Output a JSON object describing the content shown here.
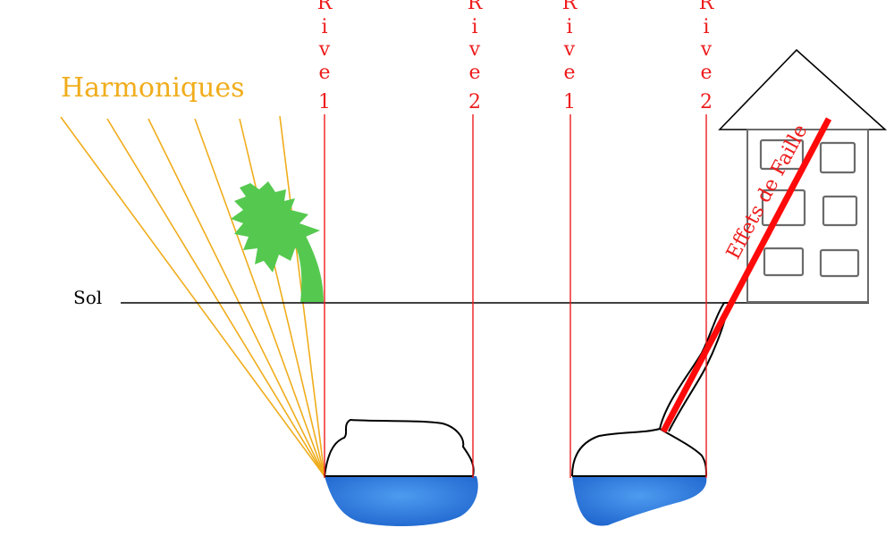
{
  "labels": {
    "harmonics": "Harmoniques",
    "ground": "Sol",
    "fault": "Effets de Faille",
    "banks": [
      {
        "letters": [
          "R",
          "i",
          "v",
          "e",
          "1"
        ]
      },
      {
        "letters": [
          "R",
          "i",
          "v",
          "e",
          "2"
        ]
      },
      {
        "letters": [
          "R",
          "i",
          "v",
          "e",
          "1"
        ]
      },
      {
        "letters": [
          "R",
          "i",
          "v",
          "e",
          "2"
        ]
      }
    ]
  },
  "colors": {
    "harmonics": "#f0ad1c",
    "bank_lines": "#ee1c1c",
    "fault": "#ff0a0a",
    "tree": "#55c94f",
    "water": "#2d7de0",
    "outline": "#000000",
    "building": "#6b6b6b"
  }
}
